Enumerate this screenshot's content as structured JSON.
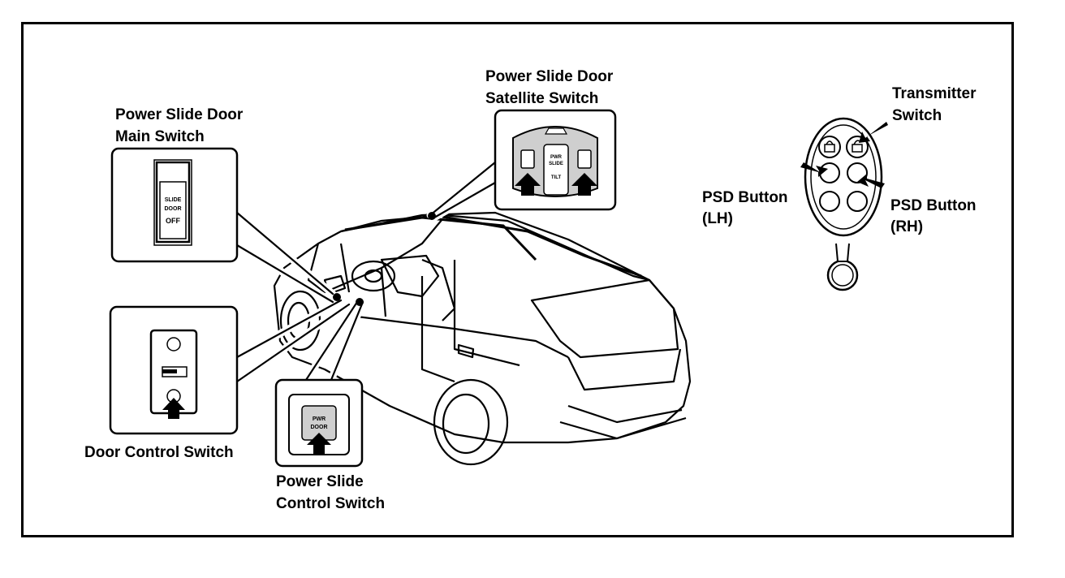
{
  "labels": {
    "main_switch_l1": "Power Slide Door",
    "main_switch_l2": "Main Switch",
    "satellite_l1": "Power Slide Door",
    "satellite_l2": "Satellite Switch",
    "door_control": "Door Control Switch",
    "control_l1": "Power Slide",
    "control_l2": "Control Switch",
    "transmitter_l1": "Transmitter",
    "transmitter_l2": "Switch",
    "psd_lh_l1": "PSD Button",
    "psd_lh_l2": "(LH)",
    "psd_rh_l1": "PSD Button",
    "psd_rh_l2": "(RH)"
  },
  "switch_text": {
    "main_switch": [
      "SLIDE",
      "DOOR",
      "OFF"
    ],
    "satellite_center": [
      "PWR",
      "SLIDE",
      "TILT"
    ],
    "control_button": [
      "PWR",
      "DOOR"
    ]
  },
  "colors": {
    "ink": "#000000",
    "panel_fill": "#ffffff",
    "gray": "#cfcfcf"
  }
}
